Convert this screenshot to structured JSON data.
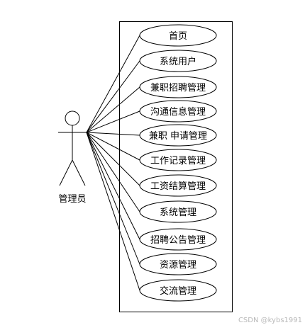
{
  "actor": {
    "label": "管理员"
  },
  "use_cases": [
    "首页",
    "系统用户",
    "兼职招聘管理",
    "沟通信息管理",
    "兼职 申请管理",
    "工作记录管理",
    "工资结算管理",
    "系统管理",
    "招聘公告管理",
    "资源管理",
    "交流管理"
  ],
  "watermark": "CSDN @kybs1991"
}
